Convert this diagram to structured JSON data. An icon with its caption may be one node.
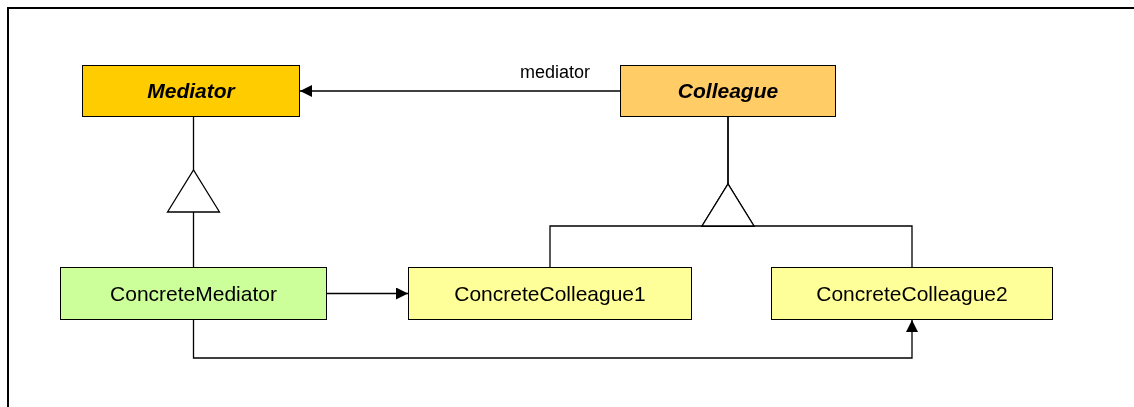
{
  "diagram": {
    "nodes": [
      {
        "text": [
          "Mediator"
        ]
      },
      {
        "text": [
          "Colleague"
        ]
      },
      {
        "text": [
          "ConcreteMediator"
        ]
      },
      {
        "text": [
          "ConcreteColleague1"
        ]
      },
      {
        "text": [
          "ConcreteColleague2"
        ]
      }
    ],
    "edges": [
      {
        "from": 1,
        "to": 0,
        "arrow": "to",
        "label": "mediator"
      },
      {
        "from": 2,
        "to": 0,
        "arrow": "to"
      },
      {
        "from": 3,
        "to": 1,
        "arrow": "to"
      },
      {
        "from": 4,
        "to": 1,
        "arrow": "to"
      },
      {
        "from": 2,
        "to": 3,
        "arrow": "to"
      },
      {
        "from": 2,
        "to": 4,
        "arrow": "to"
      }
    ]
  }
}
